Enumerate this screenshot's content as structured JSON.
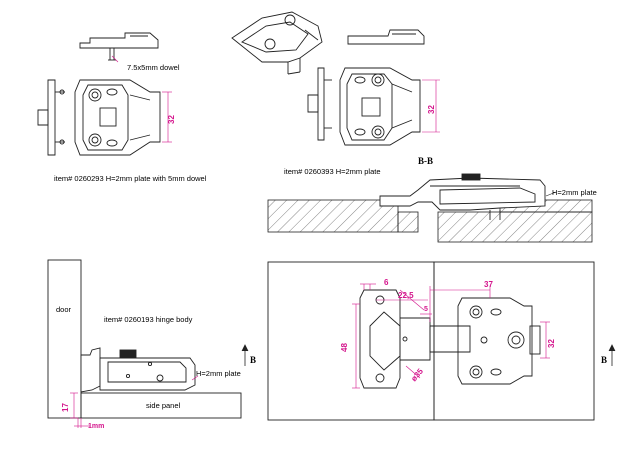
{
  "top_left": {
    "dowel_note": "7.5x5mm dowel",
    "dim_height": "32",
    "caption": "item# 0260293 H=2mm plate with 5mm dowel"
  },
  "top_right": {
    "dim_height": "32",
    "caption": "item# 0260393 H=2mm plate"
  },
  "section": {
    "title": "B-B",
    "plate_note": "H=2mm plate"
  },
  "bottom_left": {
    "door_label": "door",
    "caption": "item# 0260193 hinge body",
    "plate_note": "H=2mm plate",
    "panel_label": "side panel",
    "dim_17": "17",
    "dim_1mm": "1mm",
    "section_marker": "B"
  },
  "bottom_right": {
    "dim_6": "6",
    "dim_22_5": "22,5",
    "dim_5": "5",
    "dim_48": "48",
    "dim_35": "ø35",
    "dim_37": "37",
    "dim_32": "32",
    "section_marker": "B"
  }
}
